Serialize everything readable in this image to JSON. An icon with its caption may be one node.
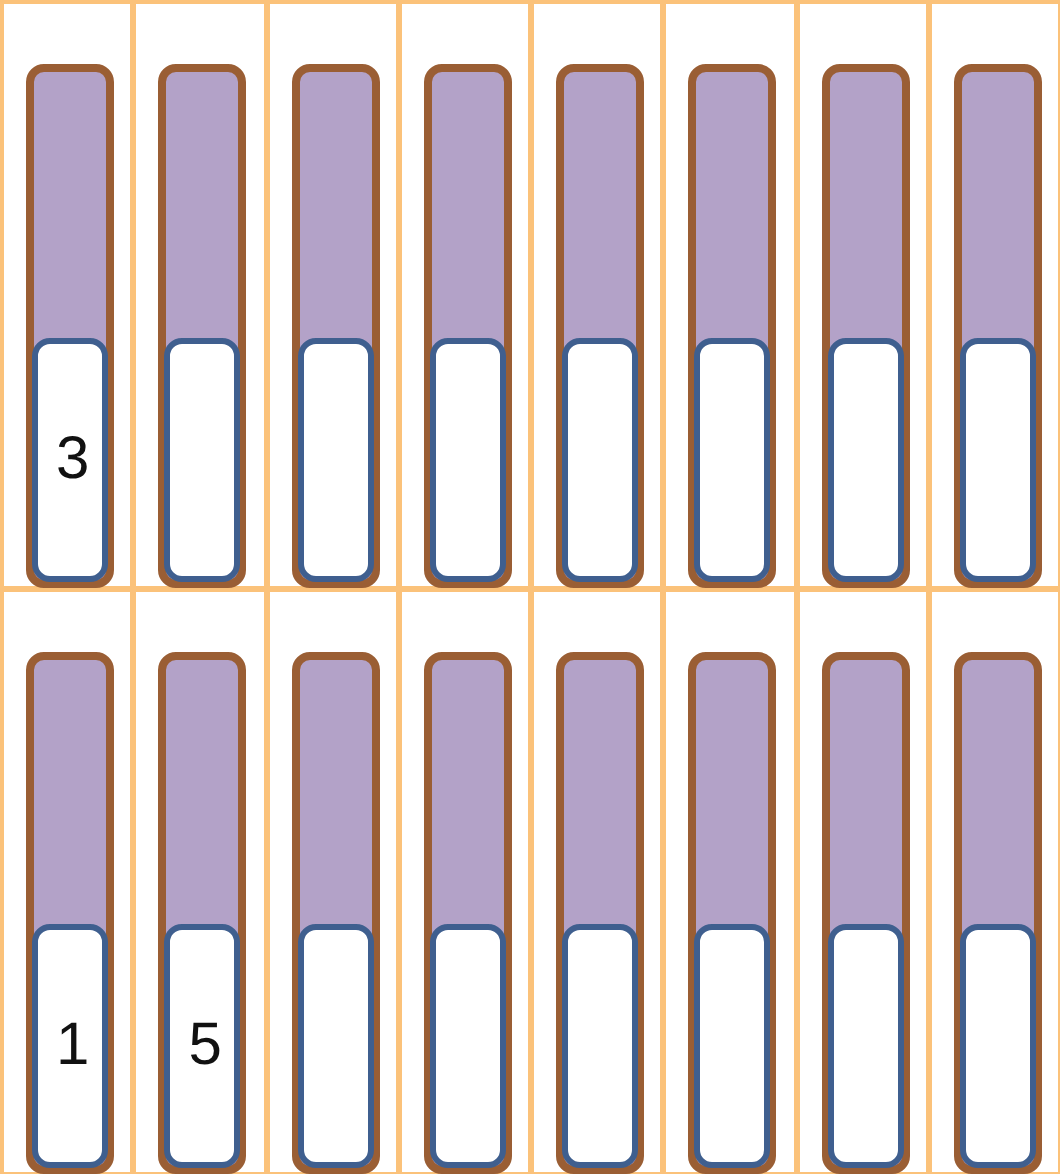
{
  "diagram": {
    "nodes": [
      {
        "text": [
          "3"
        ]
      },
      {
        "text": [],
        "shape": "box"
      },
      {
        "text": [],
        "shape": "box"
      },
      {
        "text": [],
        "shape": "box"
      },
      {
        "text": [],
        "shape": "box"
      },
      {
        "text": [],
        "shape": "box"
      },
      {
        "text": [],
        "shape": "box"
      },
      {
        "text": [],
        "shape": "box"
      },
      {
        "text": [
          "1"
        ]
      },
      {
        "text": [
          "5"
        ]
      },
      {
        "text": [],
        "shape": "box"
      },
      {
        "text": [],
        "shape": "box"
      },
      {
        "text": [],
        "shape": "box"
      },
      {
        "text": [],
        "shape": "box"
      },
      {
        "text": [],
        "shape": "box"
      },
      {
        "text": [],
        "shape": "box"
      }
    ]
  }
}
